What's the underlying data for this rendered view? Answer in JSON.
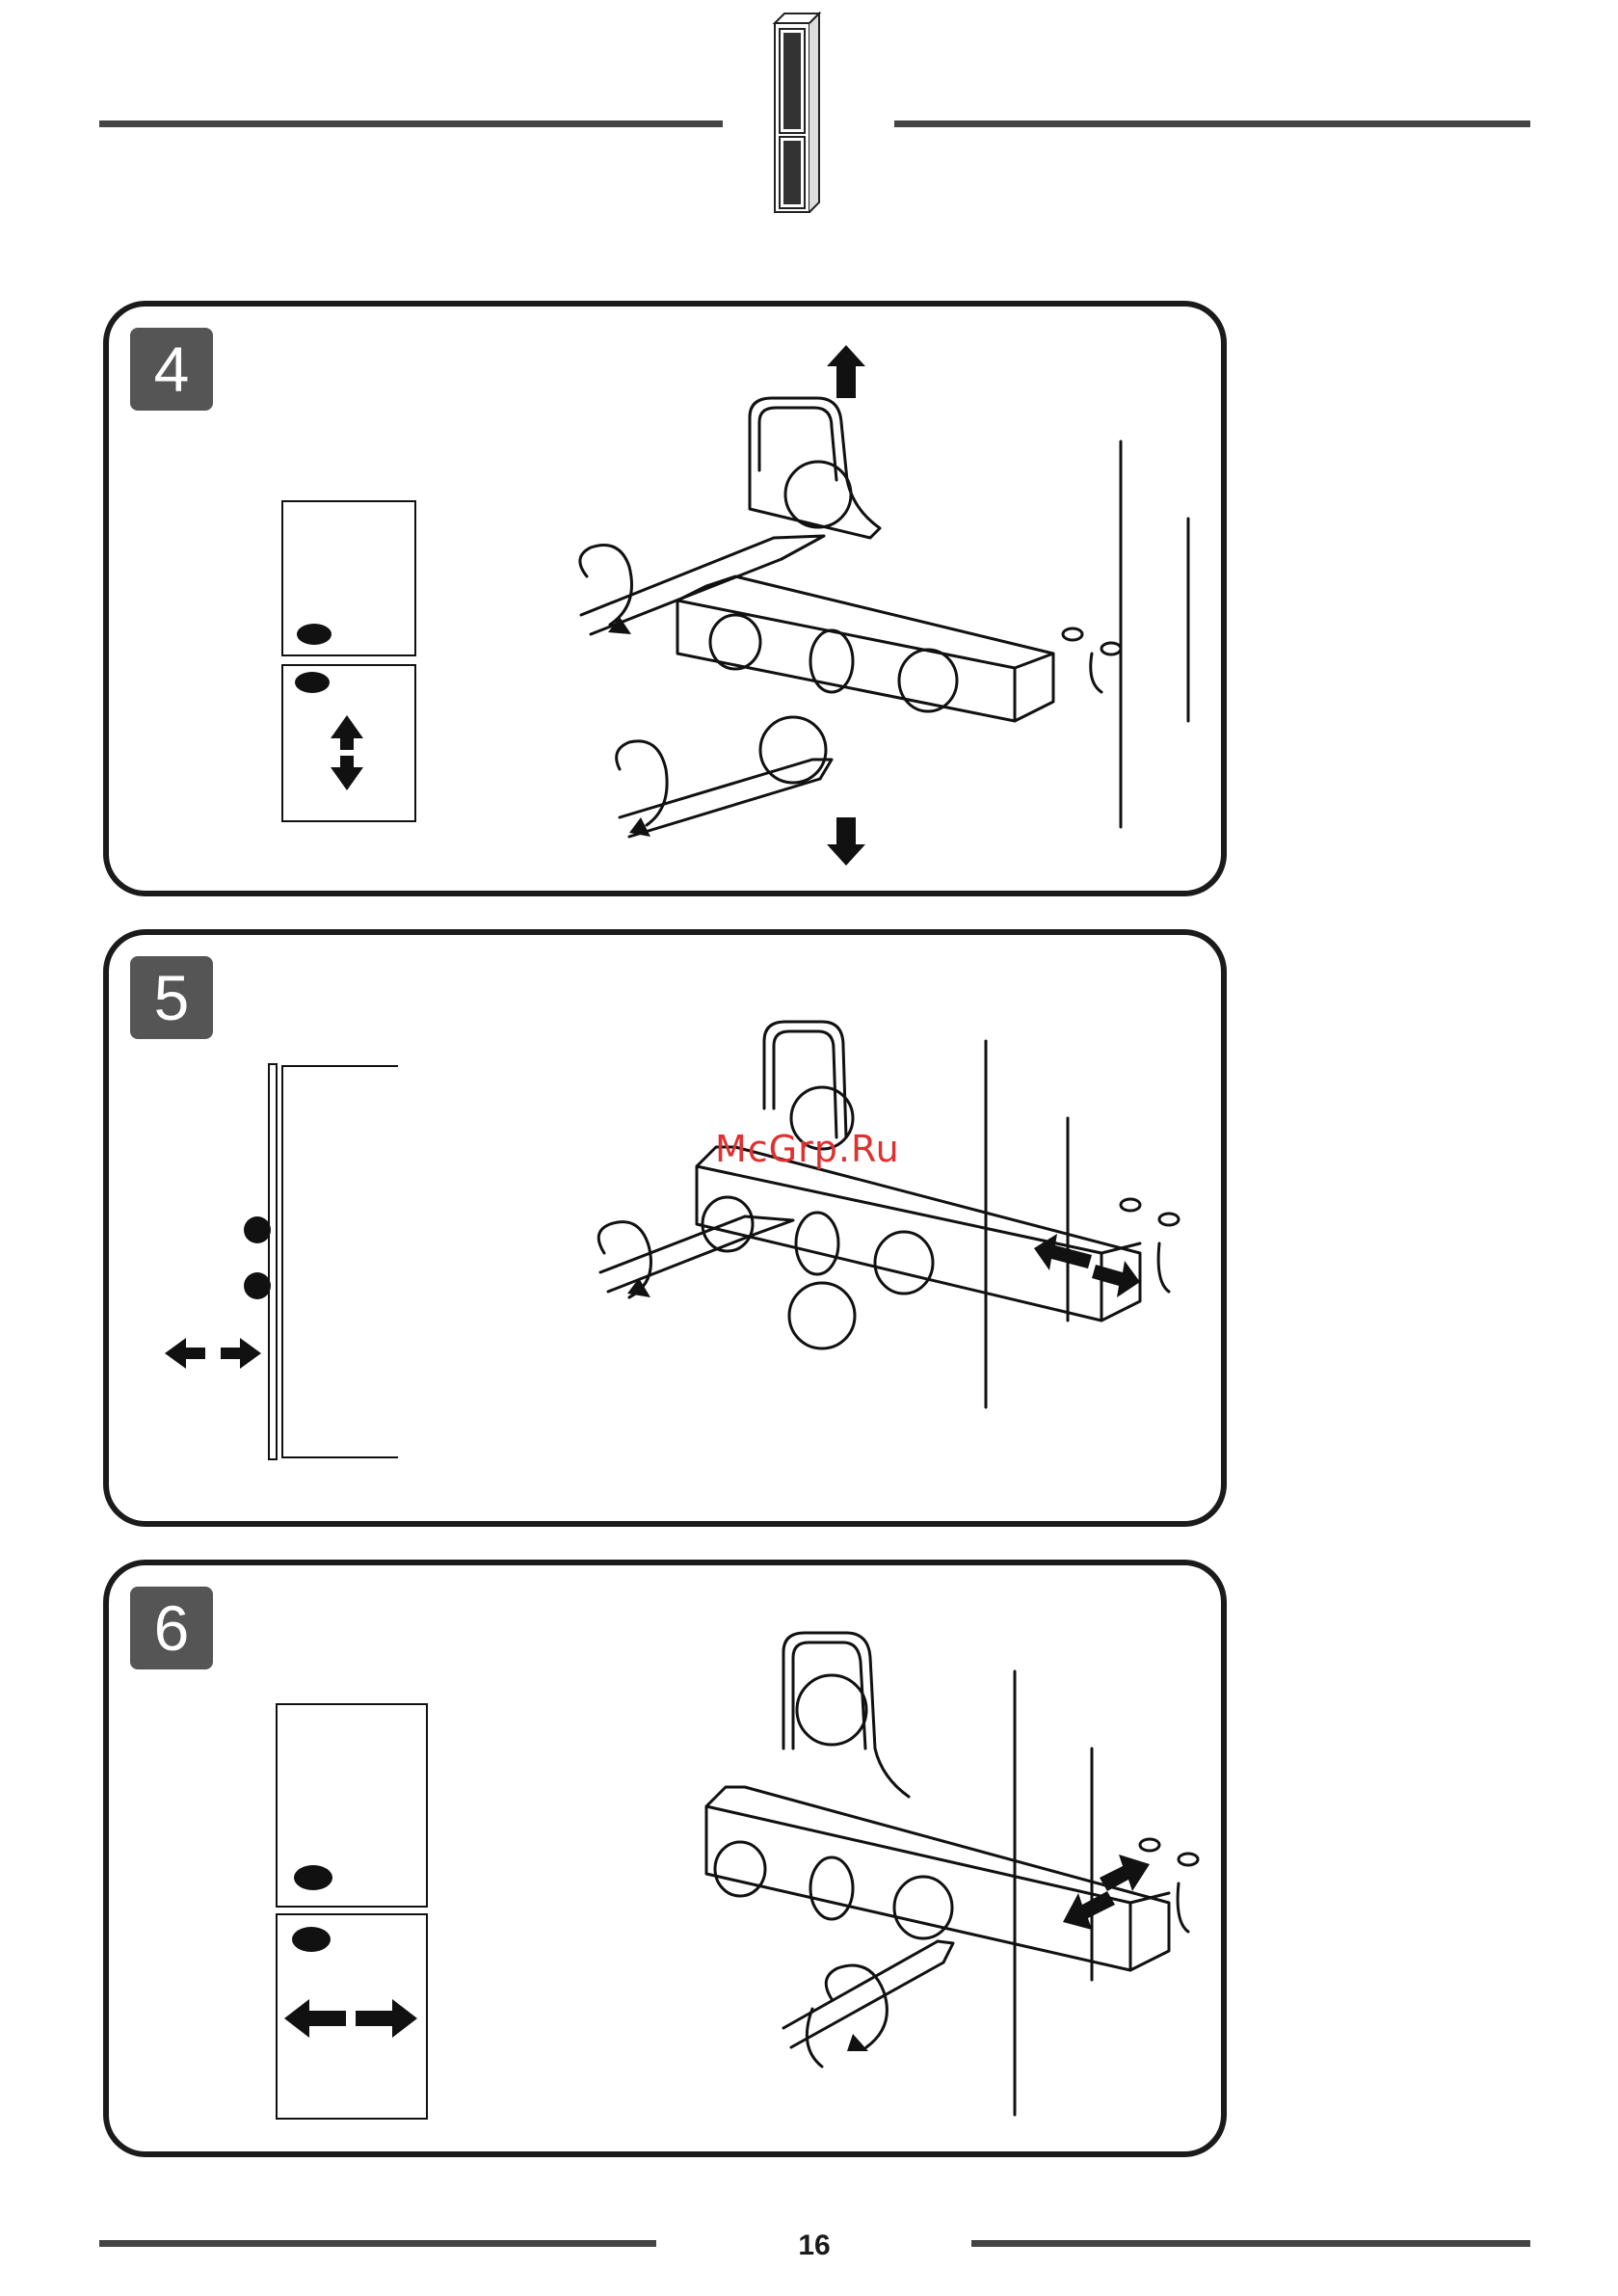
{
  "steps": [
    {
      "number": "4",
      "adjustment": "vertical"
    },
    {
      "number": "5",
      "adjustment": "depth"
    },
    {
      "number": "6",
      "adjustment": "lateral"
    }
  ],
  "watermark": "McGrp.Ru",
  "page_number": "16",
  "icons": [
    "tall-cabinet-icon",
    "screwdriver-icon",
    "hinge-icon",
    "rotate-arrow-icon",
    "double-arrow-icon"
  ],
  "colors": {
    "rule": "#444444",
    "badge": "#555555",
    "outline": "#1b1b1b",
    "watermark": "#e03030"
  }
}
